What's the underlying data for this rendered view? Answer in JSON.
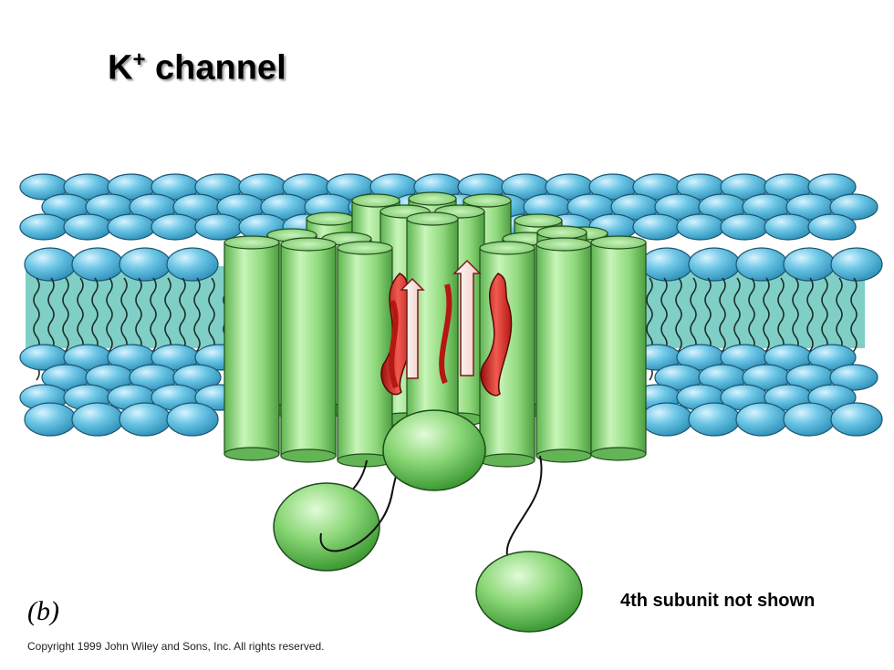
{
  "title": {
    "main": "K",
    "superscript": "+",
    "rest": " channel"
  },
  "panel_label": "(b)",
  "note": "4th subunit not shown",
  "copyright": "Copyright 1999 John Wiley and Sons, Inc. All rights reserved.",
  "colors": {
    "lipid_head": "#6cc6e6",
    "lipid_head_dark": "#2d8fb8",
    "lipid_tail_fill": "#7fcfc6",
    "helix": "#9ee28c",
    "helix_dark": "#3f9a35",
    "pore_arrow": "#d9231f"
  }
}
